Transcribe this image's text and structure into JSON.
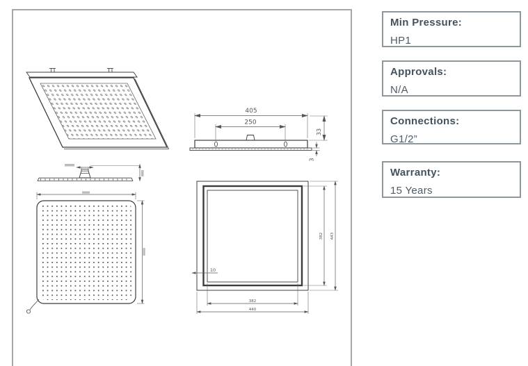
{
  "specs": {
    "items": [
      {
        "label": "Min Pressure:",
        "value": "HP1"
      },
      {
        "label": "Approvals:",
        "value": "N/A"
      },
      {
        "label": "Connections:",
        "value": "G1/2”"
      },
      {
        "label": "Warranty:",
        "value": "15 Years"
      }
    ]
  },
  "drawing": {
    "side_view_dims": {
      "overall_width": "405",
      "inlet_spacing": "250",
      "body_height": "33",
      "face_plate_thickness": "3"
    },
    "install_dims": {
      "inner_square_width": "382",
      "outer_square_width": "440",
      "inner_square_height": "382",
      "outer_square_height": "443",
      "corner_offset": "10"
    }
  },
  "colors": {
    "frame_border": "#a3a8ac",
    "spec_box_border": "#8e979c",
    "spec_text": "#44525c",
    "line": "#3c3c3c",
    "dim": "#5a5a5a"
  }
}
